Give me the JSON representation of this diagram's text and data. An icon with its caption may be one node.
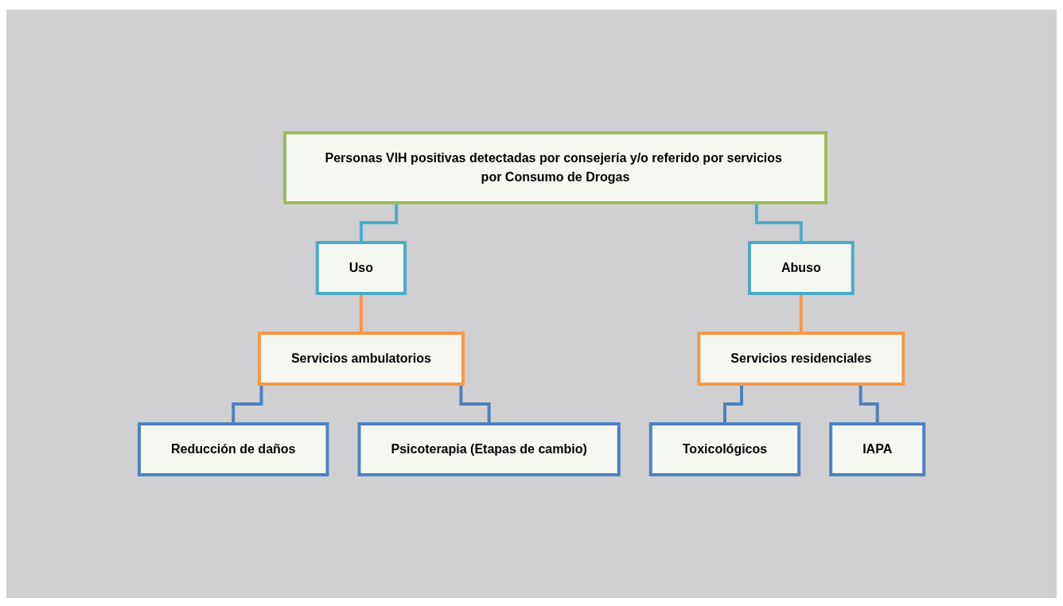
{
  "diagram": {
    "nodes": [
      {
        "text": [
          "Personas VIH positivas detectadas por consejería y/o referido por servicios por Consumo de Drogas"
        ]
      },
      {
        "text": [
          "Uso"
        ]
      },
      {
        "text": [
          "Abuso"
        ]
      },
      {
        "text": [
          "Servicios ambulatorios"
        ]
      },
      {
        "text": [
          "Servicios residenciales"
        ]
      },
      {
        "text": [
          "Reducción de daños"
        ]
      },
      {
        "text": [
          "Psicoterapia (Etapas de cambio)"
        ]
      },
      {
        "text": [
          "Toxicológicos"
        ]
      },
      {
        "text": [
          "IAPA"
        ]
      }
    ],
    "edges": [
      {
        "from": 0,
        "to": 1,
        "arrow": "none",
        "color": "#4bacc6"
      },
      {
        "from": 0,
        "to": 2,
        "arrow": "none",
        "color": "#4bacc6"
      },
      {
        "from": 1,
        "to": 3,
        "arrow": "none",
        "color": "#f79646"
      },
      {
        "from": 2,
        "to": 4,
        "arrow": "none",
        "color": "#f79646"
      },
      {
        "from": 3,
        "to": 5,
        "arrow": "none"
      },
      {
        "from": 3,
        "to": 6,
        "arrow": "none"
      },
      {
        "from": 4,
        "to": 7,
        "arrow": "none"
      },
      {
        "from": 4,
        "to": 8,
        "arrow": "none"
      }
    ]
  }
}
